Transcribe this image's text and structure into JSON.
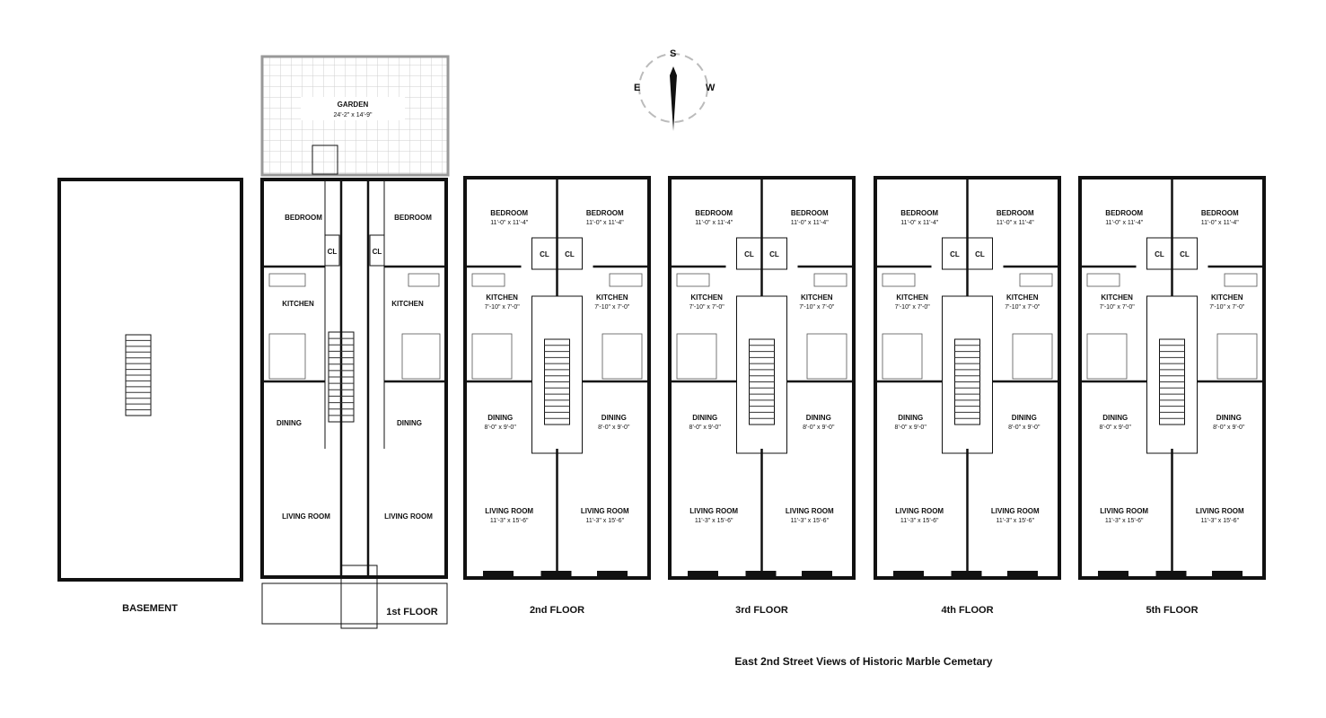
{
  "compass": {
    "n": "S",
    "left": "E",
    "right": "W"
  },
  "garden": {
    "label": "GARDEN",
    "dims": "24'-2\" x 14'-9\""
  },
  "basement": {
    "label": "BASEMENT"
  },
  "first_floor": {
    "label": "1st FLOOR",
    "left_bedroom": "BEDROOM",
    "right_bedroom": "BEDROOM",
    "closet": "CL",
    "left_kitchen": "KITCHEN",
    "right_kitchen": "KITCHEN",
    "left_dining": "DINING",
    "right_dining": "DINING",
    "left_living": "LIVING ROOM",
    "right_living": "LIVING ROOM"
  },
  "upper": {
    "bedroom": "BEDROOM",
    "bedroom_dims": "11'-0\" x 11'-4\"",
    "closet": "CL",
    "kitchen": "KITCHEN",
    "kitchen_dims": "7'-10\" x 7'-0\"",
    "dining": "DINING",
    "dining_dims": "8'-0\" x 9'-0\"",
    "living": "LIVING ROOM",
    "living_dims": "11'-3\" x 15'-6\""
  },
  "floors": [
    "2nd FLOOR",
    "3rd FLOOR",
    "4th FLOOR",
    "5th FLOOR"
  ],
  "caption": "East 2nd Street Views of Historic Marble Cemetary"
}
